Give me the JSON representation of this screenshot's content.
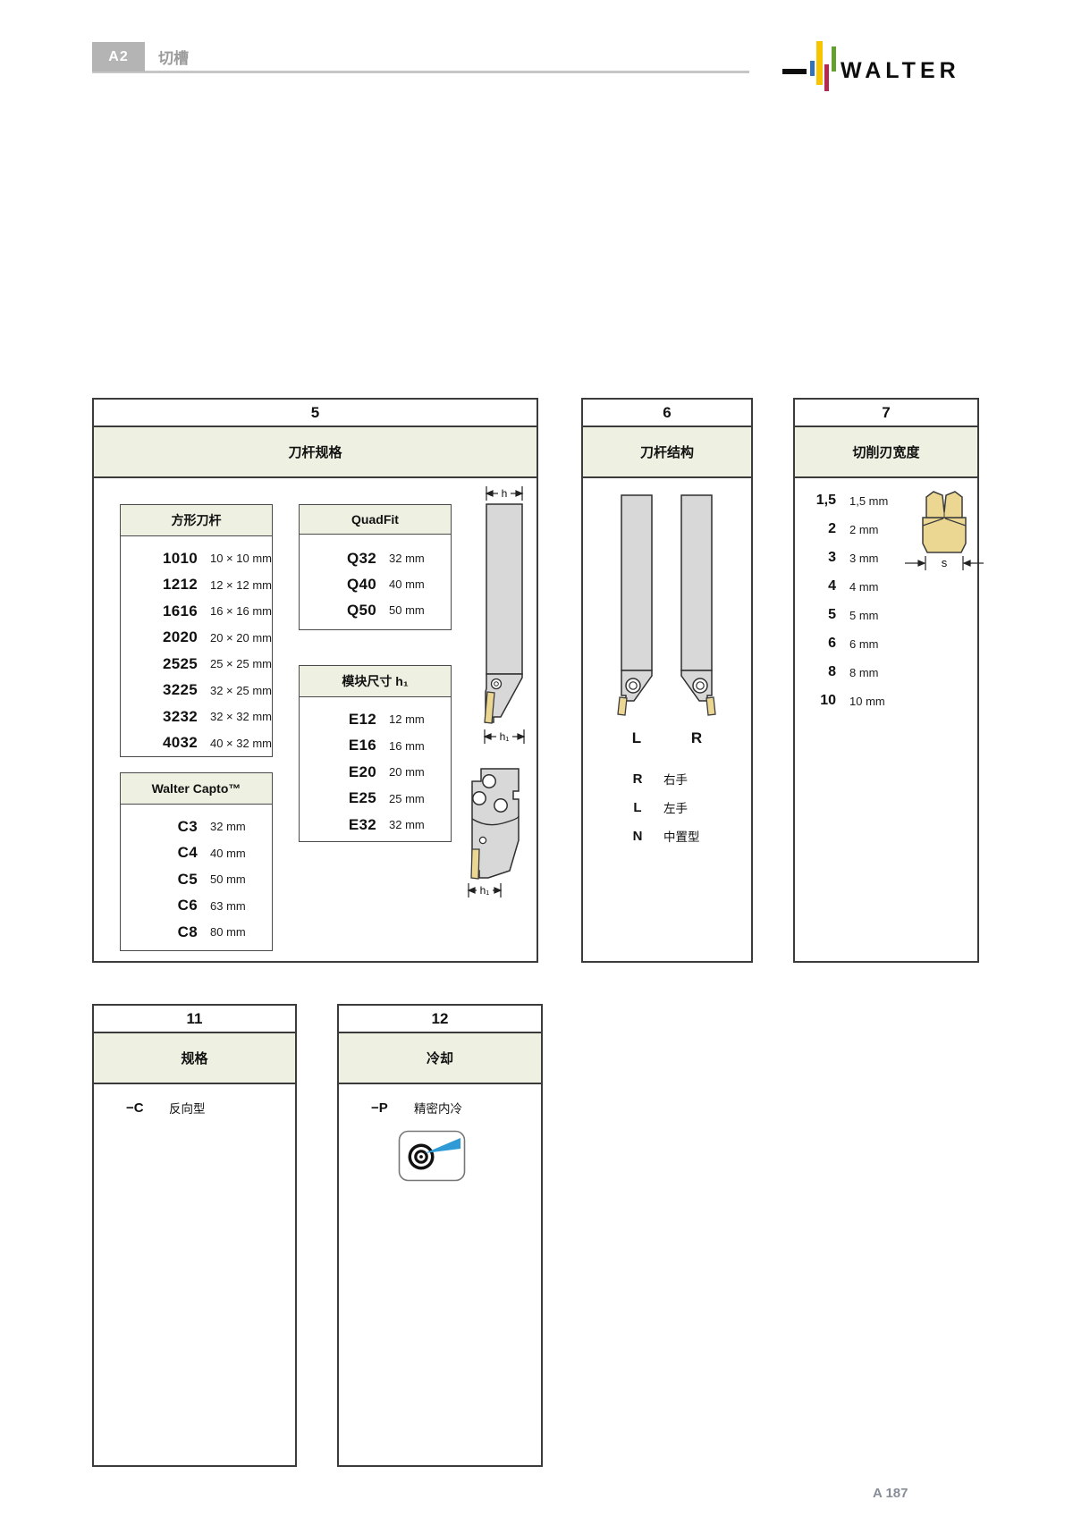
{
  "page": {
    "section_code": "A2",
    "section_title": "切槽",
    "brand": "WALTER",
    "page_number": "A 187"
  },
  "colors": {
    "band_bg": "#eef0e1",
    "panel_border": "#3b3b3b",
    "steel_gray": "#d8d8d8",
    "insert_tan": "#ecd792",
    "coolant_blue": "#2e9ad6",
    "logo_blue": "#3173b5",
    "logo_yellow": "#f6c500",
    "logo_red": "#b52b50",
    "logo_green": "#64a030",
    "header_gray": "#b4b4b4"
  },
  "panels": {
    "p5": {
      "number": "5",
      "title": "刀杆规格",
      "dims": {
        "h": "h",
        "h1": "h₁"
      },
      "tables": [
        {
          "id": "t-square",
          "title": "方形刀杆",
          "rows": [
            [
              "1010",
              "10 × 10 mm"
            ],
            [
              "1212",
              "12 × 12 mm"
            ],
            [
              "1616",
              "16 × 16 mm"
            ],
            [
              "2020",
              "20 × 20 mm"
            ],
            [
              "2525",
              "25 × 25 mm"
            ],
            [
              "3225",
              "32 × 25 mm"
            ],
            [
              "3232",
              "32 × 32 mm"
            ],
            [
              "4032",
              "40 × 32 mm"
            ]
          ]
        },
        {
          "id": "t-quadfit",
          "title": "QuadFit",
          "rows": [
            [
              "Q32",
              "32 mm"
            ],
            [
              "Q40",
              "40 mm"
            ],
            [
              "Q50",
              "50 mm"
            ]
          ]
        },
        {
          "id": "t-module",
          "title": "模块尺寸 h₁",
          "rows": [
            [
              "E12",
              "12 mm"
            ],
            [
              "E16",
              "16 mm"
            ],
            [
              "E20",
              "20 mm"
            ],
            [
              "E25",
              "25 mm"
            ],
            [
              "E32",
              "32 mm"
            ]
          ]
        },
        {
          "id": "t-capto",
          "title": "Walter Capto™",
          "rows": [
            [
              "C3",
              "32 mm"
            ],
            [
              "C4",
              "40 mm"
            ],
            [
              "C5",
              "50 mm"
            ],
            [
              "C6",
              "63 mm"
            ],
            [
              "C8",
              "80 mm"
            ]
          ]
        }
      ]
    },
    "p6": {
      "number": "6",
      "title": "刀杆结构",
      "tool_label_left": "L",
      "tool_label_right": "R",
      "legend": [
        [
          "R",
          "右手"
        ],
        [
          "L",
          "左手"
        ],
        [
          "N",
          "中置型"
        ]
      ]
    },
    "p7": {
      "number": "7",
      "title": "切削刃宽度",
      "dim_s": "s",
      "rows": [
        [
          "1,5",
          "1,5 mm"
        ],
        [
          "2",
          "2 mm"
        ],
        [
          "3",
          "3 mm"
        ],
        [
          "4",
          "4 mm"
        ],
        [
          "5",
          "5 mm"
        ],
        [
          "6",
          "6 mm"
        ],
        [
          "8",
          "8 mm"
        ],
        [
          "10",
          "10 mm"
        ]
      ]
    },
    "p11": {
      "number": "11",
      "title": "规格",
      "items": [
        [
          "−C",
          "反向型"
        ]
      ]
    },
    "p12": {
      "number": "12",
      "title": "冷却",
      "items": [
        [
          "−P",
          "精密内冷"
        ]
      ]
    }
  }
}
